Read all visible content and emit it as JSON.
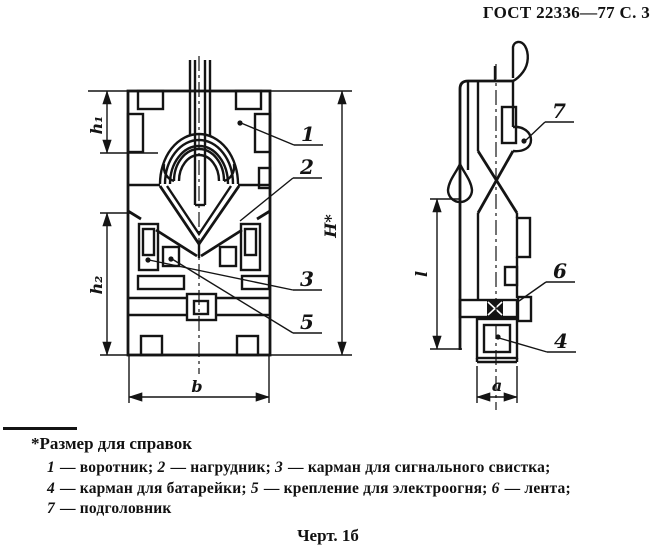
{
  "page": {
    "header": "ГОСТ 22336—77 С. 3",
    "caption": "Черт. 1б"
  },
  "footnote": {
    "text": "*Размер для справок"
  },
  "legend": {
    "lines": [
      [
        {
          "t": "num",
          "v": "1"
        },
        {
          "t": "txt",
          "v": " — воротник; "
        },
        {
          "t": "num",
          "v": "2"
        },
        {
          "t": "txt",
          "v": " — нагрудник; "
        },
        {
          "t": "num",
          "v": "3"
        },
        {
          "t": "txt",
          "v": " — карман для сигнального свистка;"
        }
      ],
      [
        {
          "t": "num",
          "v": "4"
        },
        {
          "t": "txt",
          "v": " — карман для батарейки; "
        },
        {
          "t": "num",
          "v": "5"
        },
        {
          "t": "txt",
          "v": " — крепление для электроогня; "
        },
        {
          "t": "num",
          "v": "6"
        },
        {
          "t": "txt",
          "v": " — лента;"
        }
      ],
      [
        {
          "t": "num",
          "v": "7"
        },
        {
          "t": "txt",
          "v": " — подголовник"
        }
      ]
    ]
  },
  "drawing": {
    "front": {
      "dims": {
        "h1": "h₁",
        "h2": "h₂",
        "H": "H*",
        "b": "b"
      },
      "callouts": {
        "c1": "1",
        "c2": "2",
        "c3": "3",
        "c5": "5"
      }
    },
    "side": {
      "dims": {
        "l": "l",
        "a": "a"
      },
      "callouts": {
        "c7": "7",
        "c6": "6",
        "c4": "4"
      }
    }
  }
}
